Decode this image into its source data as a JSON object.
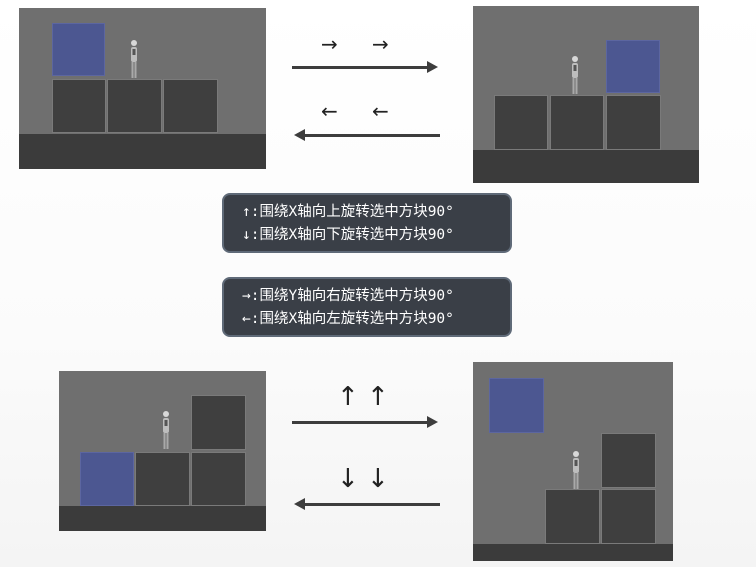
{
  "legend_top": {
    "line1": "↑:围绕X轴向上旋转选中方块90°",
    "line2": "↓:围绕X轴向下旋转选中方块90°"
  },
  "legend_bottom": {
    "line1": "→:围绕Y轴向右旋转选中方块90°",
    "line2": "←:围绕X轴向左旋转选中方块90°"
  },
  "top_pair": {
    "forward_keys": [
      "→",
      "→"
    ],
    "backward_keys": [
      "←",
      "←"
    ]
  },
  "bottom_pair": {
    "forward_keys": [
      "↑",
      "↑"
    ],
    "backward_keys": [
      "↓",
      "↓"
    ]
  },
  "colors": {
    "scene_bg": "#6f6f6f",
    "ground": "#3b3b3b",
    "block": "#3f3f3f",
    "selected_block": "#4c5791",
    "legend_bg": "#3a3f47"
  }
}
